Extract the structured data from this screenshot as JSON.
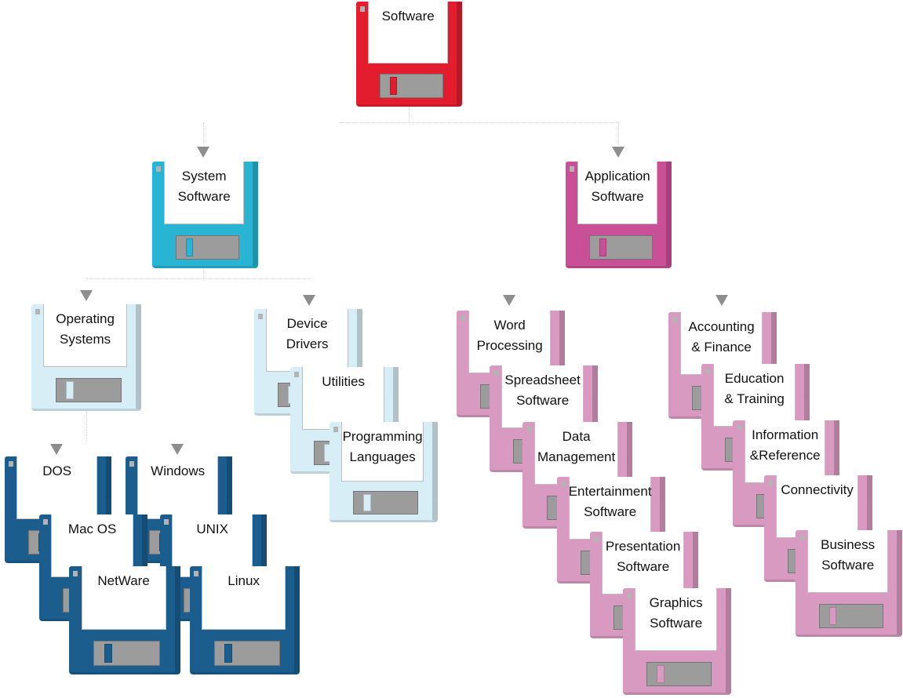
{
  "colors": {
    "root": "#e31d2e",
    "system": "#28b4d2",
    "system_light": "#d8eef6",
    "system_dark": "#1b5e8e",
    "application": "#c94f97",
    "application_light": "#d89ac0",
    "shutter": "#9c9c9c",
    "arrow": "#8e8e8e",
    "connector": "#d6d6d6"
  },
  "nodes": {
    "root": {
      "lines": [
        "Software"
      ]
    },
    "system": {
      "lines": [
        "System",
        "Software"
      ]
    },
    "application": {
      "lines": [
        "Application",
        "Software"
      ]
    },
    "operating_systems": {
      "lines": [
        "Operating",
        "Systems"
      ]
    },
    "device_drivers": {
      "lines": [
        "Device",
        "Drivers"
      ]
    },
    "utilities": {
      "lines": [
        "Utilities"
      ]
    },
    "programming_languages": {
      "lines": [
        "Programming",
        "Languages"
      ]
    },
    "dos": {
      "lines": [
        "DOS"
      ]
    },
    "windows": {
      "lines": [
        "Windows"
      ]
    },
    "mac_os": {
      "lines": [
        "Mac OS"
      ]
    },
    "unix": {
      "lines": [
        "UNIX"
      ]
    },
    "netware": {
      "lines": [
        "NetWare"
      ]
    },
    "linux": {
      "lines": [
        "Linux"
      ]
    },
    "word_processing": {
      "lines": [
        "Word",
        "Processing"
      ]
    },
    "spreadsheet": {
      "lines": [
        "Spreadsheet",
        "Software"
      ]
    },
    "data_management": {
      "lines": [
        "Data",
        "Management"
      ]
    },
    "entertainment": {
      "lines": [
        "Entertainment",
        "Software"
      ]
    },
    "presentation": {
      "lines": [
        "Presentation",
        "Software"
      ]
    },
    "graphics": {
      "lines": [
        "Graphics",
        "Software"
      ]
    },
    "accounting": {
      "lines": [
        "Accounting",
        "& Finance"
      ]
    },
    "education": {
      "lines": [
        "Education",
        "& Training"
      ]
    },
    "information": {
      "lines": [
        "Information",
        "&Reference"
      ]
    },
    "connectivity": {
      "lines": [
        "Connectivity"
      ]
    },
    "business": {
      "lines": [
        "Business",
        "Software"
      ]
    }
  }
}
